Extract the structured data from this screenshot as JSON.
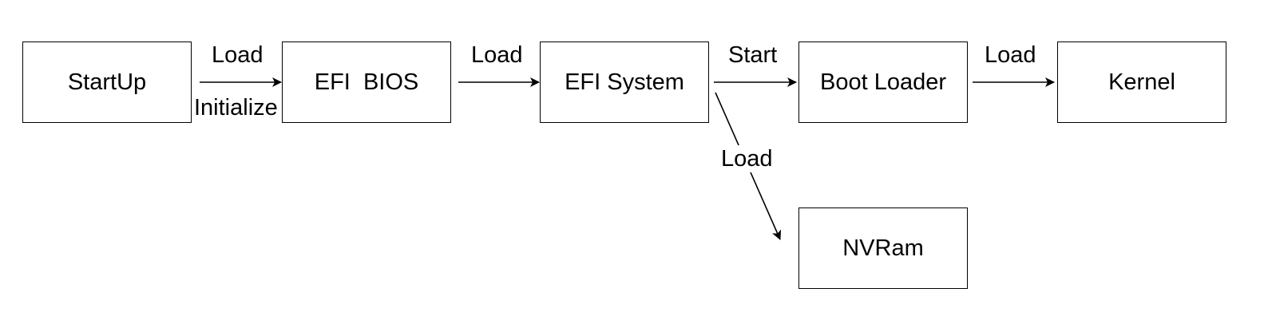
{
  "nodes": {
    "startup": "StartUp",
    "efi_bios": "EFI  BIOS",
    "efi_system": "EFI System",
    "boot_loader": "Boot Loader",
    "kernel": "Kernel",
    "nvram": "NVRam"
  },
  "edges": {
    "startup_to_bios": {
      "label_top": "Load",
      "label_bottom": "Initialize"
    },
    "bios_to_system": {
      "label": "Load"
    },
    "system_to_bootloader": {
      "label": "Start"
    },
    "bootloader_to_kernel": {
      "label": "Load"
    },
    "system_to_nvram": {
      "label": "Load"
    }
  },
  "colors": {
    "stroke": "#000000",
    "background": "#ffffff"
  }
}
